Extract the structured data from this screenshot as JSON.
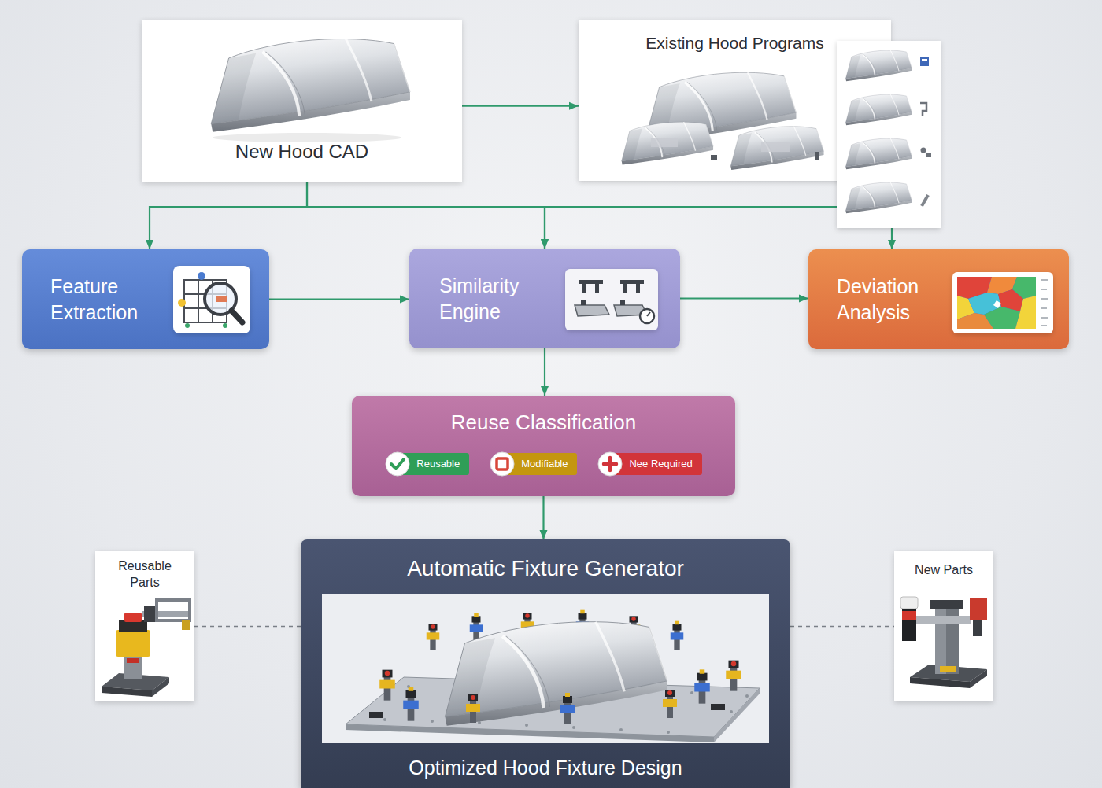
{
  "diagram": {
    "nodes": [
      {
        "text": [
          "New Hood CAD"
        ]
      },
      {
        "text": [
          "Existing Hood Programs"
        ]
      },
      {
        "text": [
          "Feature Extraction"
        ]
      },
      {
        "text": [
          "Similarity Engine"
        ]
      },
      {
        "text": [
          "Deviation Analysis"
        ]
      },
      {
        "text": [
          "Reuse Classification"
        ]
      },
      {
        "text": [
          "Reusable"
        ],
        "in": 5
      },
      {
        "text": [
          "Modifiable"
        ],
        "in": 5
      },
      {
        "text": [
          "Nee Required"
        ],
        "in": 5
      },
      {
        "text": [
          "Reusable Parts"
        ]
      },
      {
        "text": [
          "Automatic Fixture Generator",
          "Optimized Hood Fixture Design"
        ]
      },
      {
        "text": [
          "New Parts"
        ]
      }
    ],
    "edges": [
      {
        "from": 0,
        "to": 1,
        "arrow": "to"
      },
      {
        "from": 0,
        "to": 2,
        "arrow": "to"
      },
      {
        "from": 0,
        "to": 3,
        "arrow": "to"
      },
      {
        "from": 1,
        "to": 3,
        "arrow": "to"
      },
      {
        "from": 1,
        "to": 4,
        "arrow": "to"
      },
      {
        "from": 2,
        "to": 3,
        "arrow": "to"
      },
      {
        "from": 3,
        "to": 4,
        "arrow": "to"
      },
      {
        "from": 3,
        "to": 5,
        "arrow": "to"
      },
      {
        "from": 5,
        "to": 10,
        "arrow": "to"
      },
      {
        "from": 9,
        "to": 10,
        "arrow": "none"
      },
      {
        "from": 10,
        "to": 11,
        "arrow": "none"
      }
    ]
  }
}
